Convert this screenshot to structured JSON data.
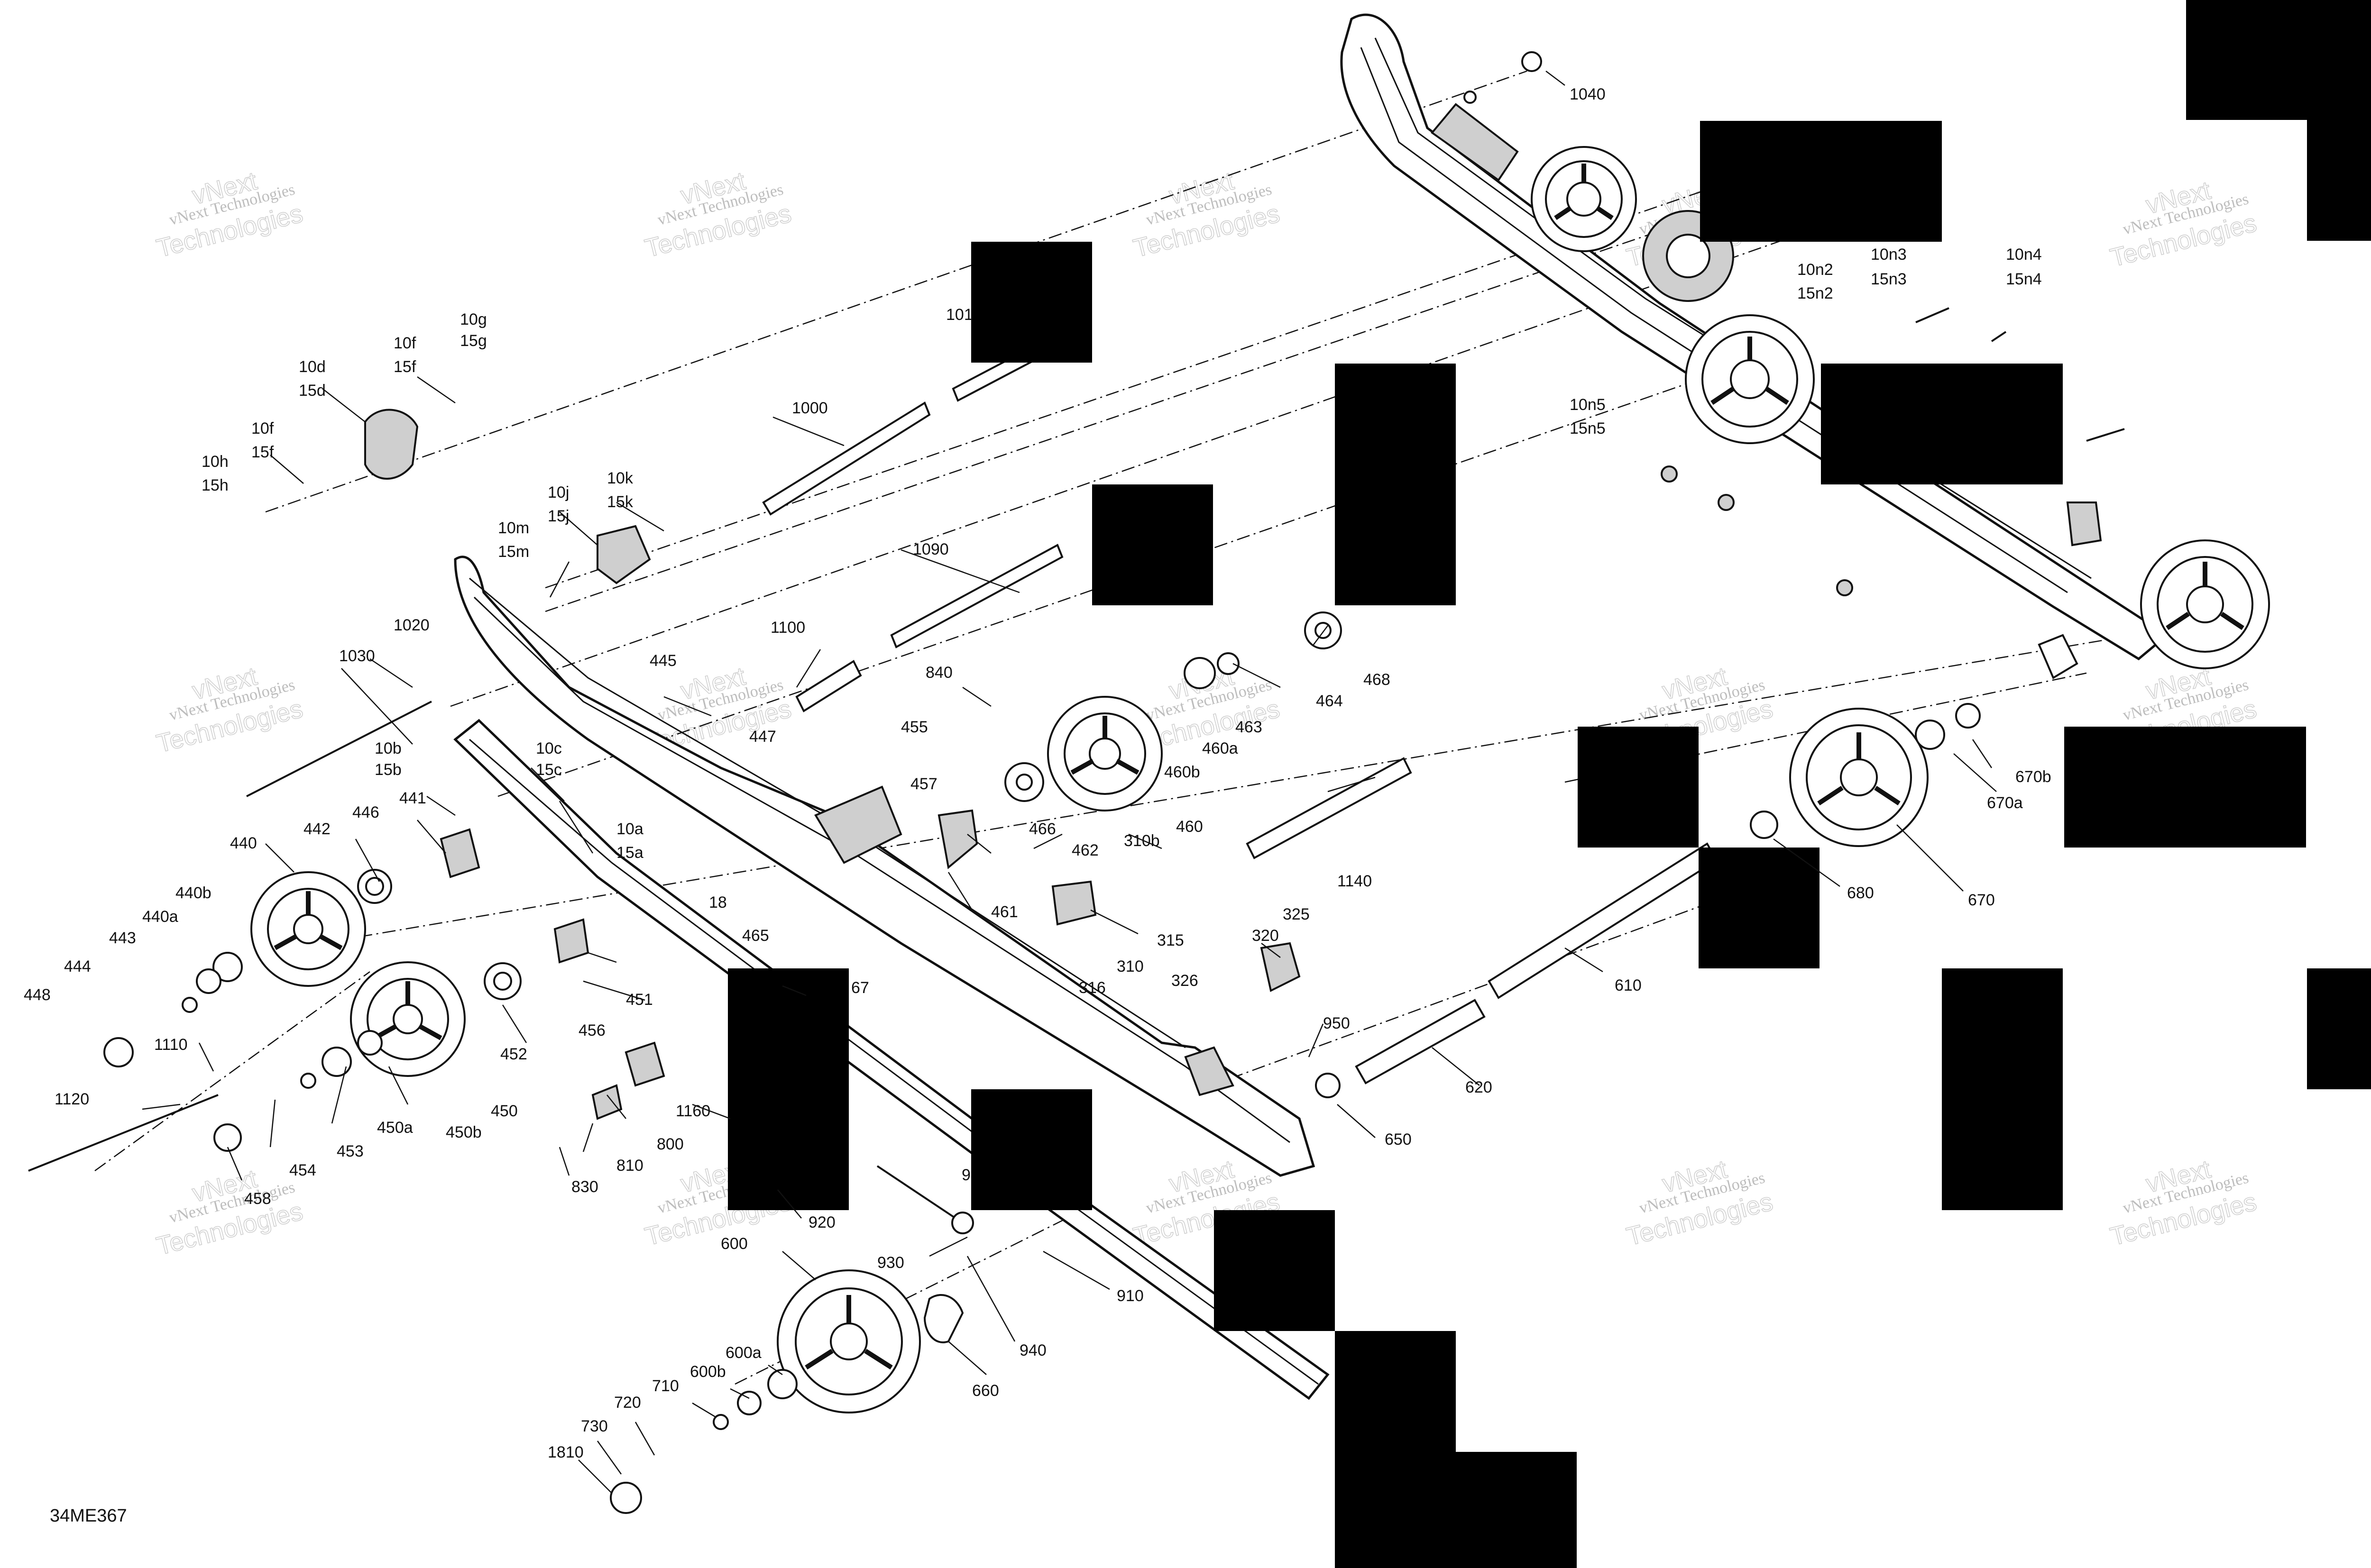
{
  "document_code": "34ME367",
  "watermark": {
    "line1": "vNext Technologies",
    "line2": "Technologies",
    "line3": "vNext"
  },
  "callouts": [
    {
      "id": "1040",
      "text": "1040"
    },
    {
      "id": "101",
      "text": "101"
    },
    {
      "id": "10n3",
      "text": "10n3"
    },
    {
      "id": "15n3",
      "text": "15n3"
    },
    {
      "id": "10n4",
      "text": "10n4"
    },
    {
      "id": "15n4",
      "text": "15n4"
    },
    {
      "id": "10n2",
      "text": "10n2"
    },
    {
      "id": "15n2",
      "text": "15n2"
    },
    {
      "id": "10g",
      "text": "10g"
    },
    {
      "id": "15g",
      "text": "15g"
    },
    {
      "id": "10f_top",
      "text": "10f"
    },
    {
      "id": "15f_top",
      "text": "15f"
    },
    {
      "id": "10d",
      "text": "10d"
    },
    {
      "id": "15d",
      "text": "15d"
    },
    {
      "id": "10f",
      "text": "10f"
    },
    {
      "id": "15f",
      "text": "15f"
    },
    {
      "id": "10h",
      "text": "10h"
    },
    {
      "id": "15h",
      "text": "15h"
    },
    {
      "id": "1000",
      "text": "1000"
    },
    {
      "id": "10n5",
      "text": "10n5"
    },
    {
      "id": "15n5",
      "text": "15n5"
    },
    {
      "id": "10j",
      "text": "10j"
    },
    {
      "id": "15j",
      "text": "15j"
    },
    {
      "id": "10k",
      "text": "10k"
    },
    {
      "id": "15k",
      "text": "15k"
    },
    {
      "id": "10m",
      "text": "10m"
    },
    {
      "id": "15m",
      "text": "15m"
    },
    {
      "id": "1090",
      "text": "1090"
    },
    {
      "id": "1020",
      "text": "1020"
    },
    {
      "id": "1030",
      "text": "1030"
    },
    {
      "id": "1100",
      "text": "1100"
    },
    {
      "id": "445",
      "text": "445"
    },
    {
      "id": "447",
      "text": "447"
    },
    {
      "id": "840",
      "text": "840"
    },
    {
      "id": "468",
      "text": "468"
    },
    {
      "id": "464",
      "text": "464"
    },
    {
      "id": "463",
      "text": "463"
    },
    {
      "id": "460a",
      "text": "460a"
    },
    {
      "id": "460b",
      "text": "460b"
    },
    {
      "id": "455",
      "text": "455"
    },
    {
      "id": "457",
      "text": "457"
    },
    {
      "id": "10b",
      "text": "10b"
    },
    {
      "id": "15b",
      "text": "15b"
    },
    {
      "id": "10c",
      "text": "10c"
    },
    {
      "id": "15c",
      "text": "15c"
    },
    {
      "id": "441",
      "text": "441"
    },
    {
      "id": "446",
      "text": "446"
    },
    {
      "id": "442",
      "text": "442"
    },
    {
      "id": "440",
      "text": "440"
    },
    {
      "id": "440b",
      "text": "440b"
    },
    {
      "id": "440a",
      "text": "440a"
    },
    {
      "id": "443",
      "text": "443"
    },
    {
      "id": "444",
      "text": "444"
    },
    {
      "id": "448",
      "text": "448"
    },
    {
      "id": "10a",
      "text": "10a"
    },
    {
      "id": "15a",
      "text": "15a"
    },
    {
      "id": "460",
      "text": "460"
    },
    {
      "id": "462",
      "text": "462"
    },
    {
      "id": "466",
      "text": "466"
    },
    {
      "id": "310b",
      "text": "310b"
    },
    {
      "id": "1140",
      "text": "1140"
    },
    {
      "id": "18",
      "text": "18"
    },
    {
      "id": "465",
      "text": "465"
    },
    {
      "id": "461",
      "text": "461"
    },
    {
      "id": "315",
      "text": "315"
    },
    {
      "id": "310",
      "text": "310"
    },
    {
      "id": "316",
      "text": "316"
    },
    {
      "id": "320",
      "text": "320"
    },
    {
      "id": "325",
      "text": "325"
    },
    {
      "id": "326",
      "text": "326"
    },
    {
      "id": "467",
      "text": "67"
    },
    {
      "id": "451",
      "text": "451"
    },
    {
      "id": "456",
      "text": "456"
    },
    {
      "id": "452",
      "text": "452"
    },
    {
      "id": "1110",
      "text": "1110"
    },
    {
      "id": "1120",
      "text": "1120"
    },
    {
      "id": "450",
      "text": "450"
    },
    {
      "id": "450a",
      "text": "450a"
    },
    {
      "id": "450b",
      "text": "450b"
    },
    {
      "id": "453",
      "text": "453"
    },
    {
      "id": "454",
      "text": "454"
    },
    {
      "id": "458",
      "text": "458"
    },
    {
      "id": "800",
      "text": "800"
    },
    {
      "id": "1160",
      "text": "1160"
    },
    {
      "id": "810",
      "text": "810"
    },
    {
      "id": "830",
      "text": "830"
    },
    {
      "id": "950",
      "text": "950"
    },
    {
      "id": "620",
      "text": "620"
    },
    {
      "id": "650",
      "text": "650"
    },
    {
      "id": "610",
      "text": "610"
    },
    {
      "id": "670b",
      "text": "670b"
    },
    {
      "id": "670a",
      "text": "670a"
    },
    {
      "id": "670",
      "text": "670"
    },
    {
      "id": "680",
      "text": "680"
    },
    {
      "id": "920",
      "text": "920"
    },
    {
      "id": "9x",
      "text": "9"
    },
    {
      "id": "930",
      "text": "930"
    },
    {
      "id": "910",
      "text": "910"
    },
    {
      "id": "600",
      "text": "600"
    },
    {
      "id": "940",
      "text": "940"
    },
    {
      "id": "660",
      "text": "660"
    },
    {
      "id": "600a",
      "text": "600a"
    },
    {
      "id": "600b",
      "text": "600b"
    },
    {
      "id": "710",
      "text": "710"
    },
    {
      "id": "720",
      "text": "720"
    },
    {
      "id": "730",
      "text": "730"
    },
    {
      "id": "1810",
      "text": "1810"
    }
  ]
}
